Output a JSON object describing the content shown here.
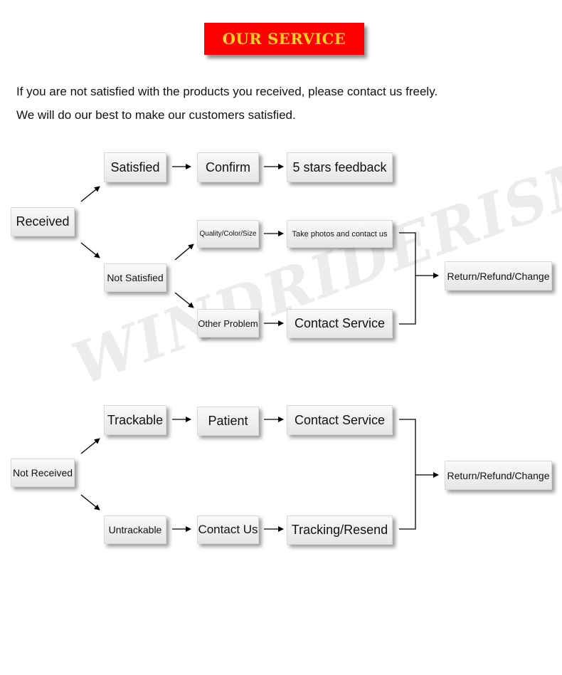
{
  "banner": {
    "title": "OUR SERVICE"
  },
  "intro": {
    "line1": "If you are not satisfied with the products you received, please contact us freely.",
    "line2": "We will do our best to make our customers satisfied."
  },
  "watermark": "WINDRIDERISM",
  "flow_received": {
    "received": "Received",
    "satisfied": "Satisfied",
    "confirm": "Confirm",
    "five_stars": "5 stars feedback",
    "not_satisfied": "Not Satisfied",
    "quality": "Quality/Color/Size",
    "take_photos": "Take photos and contact us",
    "other_problem": "Other Problem",
    "contact_service": "Contact Service",
    "return": "Return/Refund/Change"
  },
  "flow_not_received": {
    "not_received": "Not Received",
    "trackable": "Trackable",
    "patient": "Patient",
    "contact_service": "Contact Service",
    "untrackable": "Untrackable",
    "contact_us": "Contact Us",
    "tracking_resend": "Tracking/Resend",
    "return": "Return/Refund/Change"
  }
}
